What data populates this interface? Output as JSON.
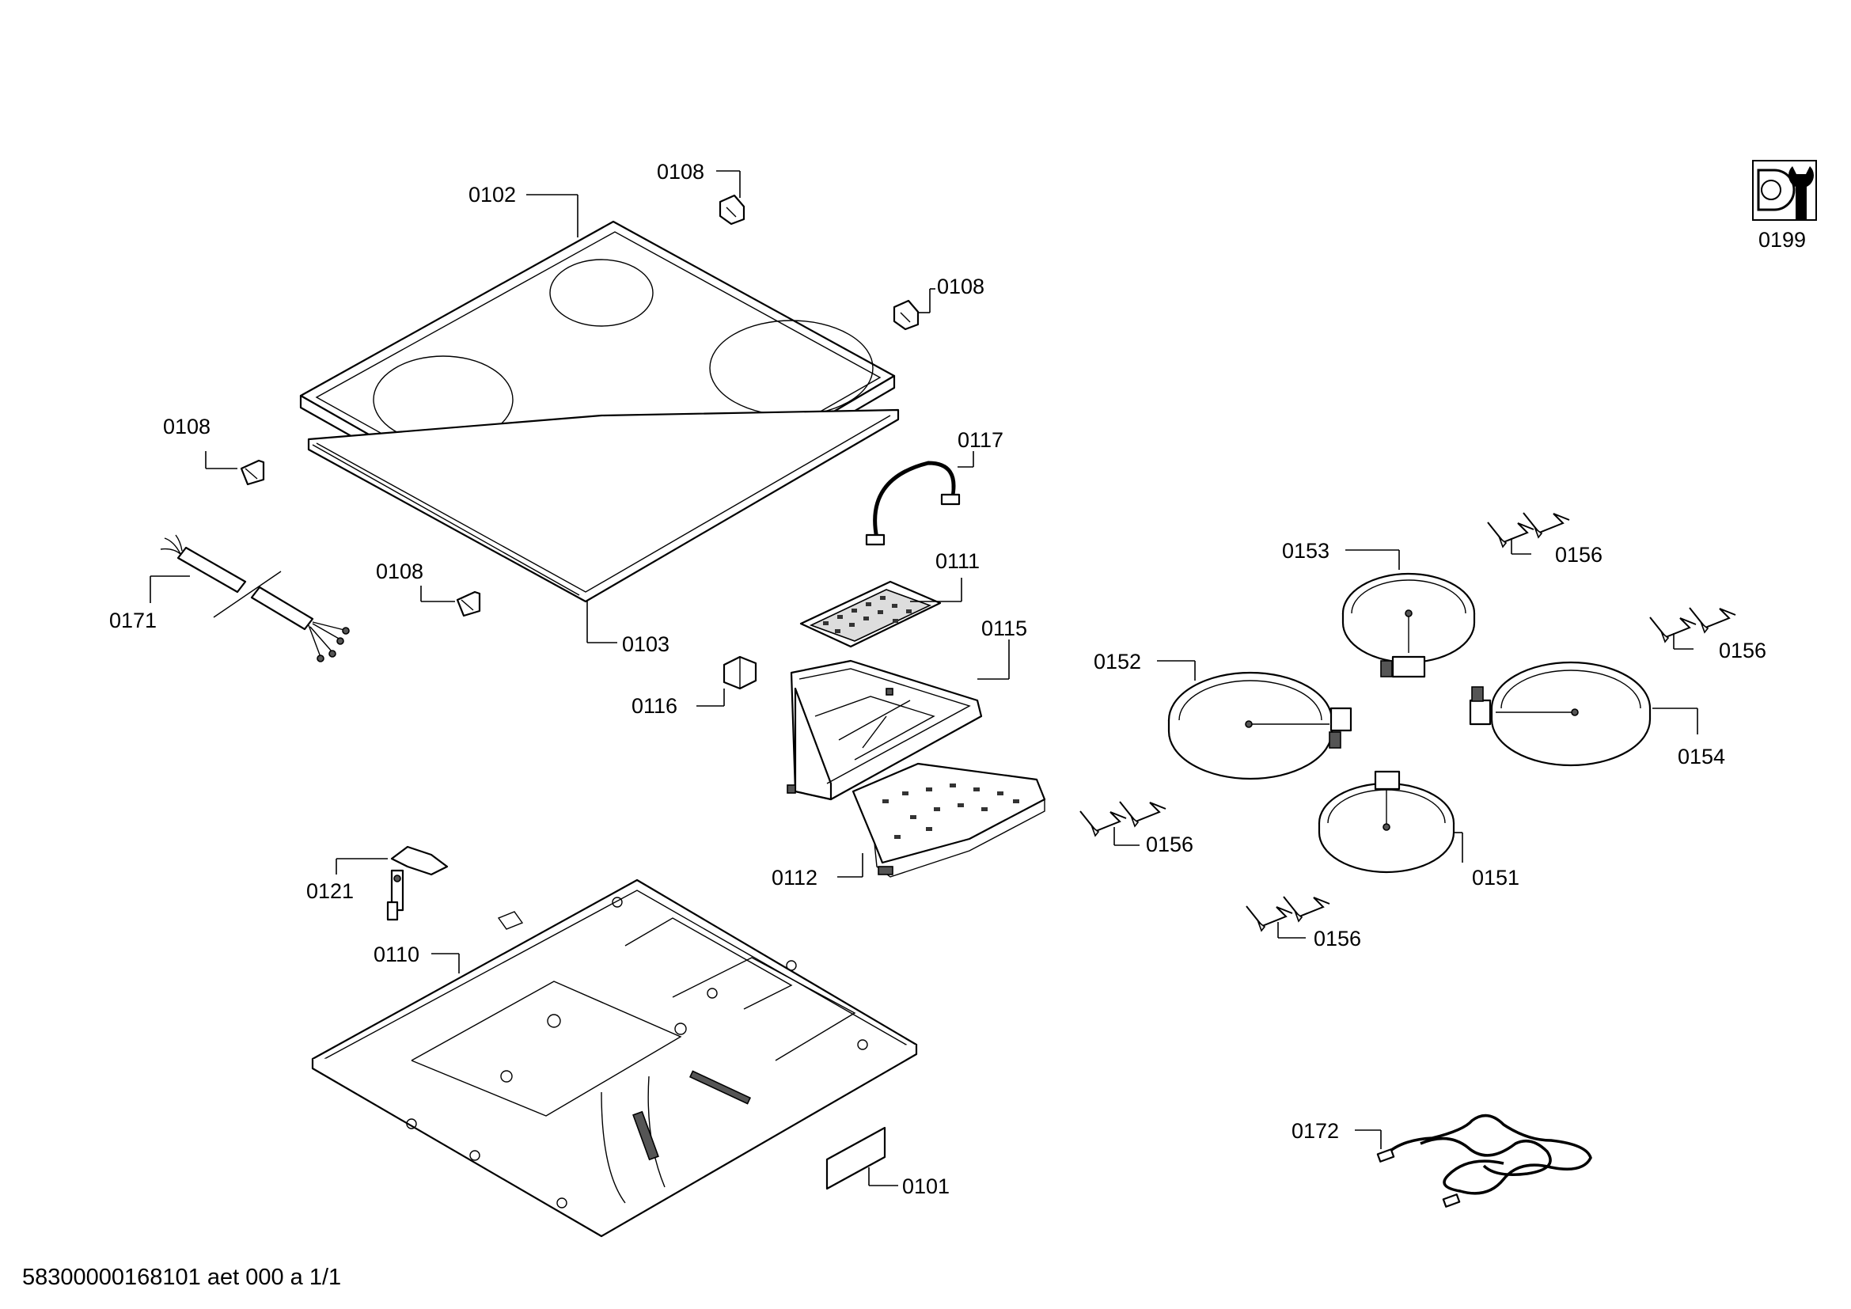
{
  "footer": "58300000168101 aet 000 a 1/1",
  "tool_icon": "wrench-icon",
  "labels": {
    "p0101": "0101",
    "p0102": "0102",
    "p0103": "0103",
    "p0108a": "0108",
    "p0108b": "0108",
    "p0108c": "0108",
    "p0108d": "0108",
    "p0110": "0110",
    "p0111": "0111",
    "p0112": "0112",
    "p0115": "0115",
    "p0116": "0116",
    "p0117": "0117",
    "p0121": "0121",
    "p0151": "0151",
    "p0152": "0152",
    "p0153": "0153",
    "p0154": "0154",
    "p0156a": "0156",
    "p0156b": "0156",
    "p0156c": "0156",
    "p0156d": "0156",
    "p0171": "0171",
    "p0172": "0172",
    "p0199": "0199"
  }
}
